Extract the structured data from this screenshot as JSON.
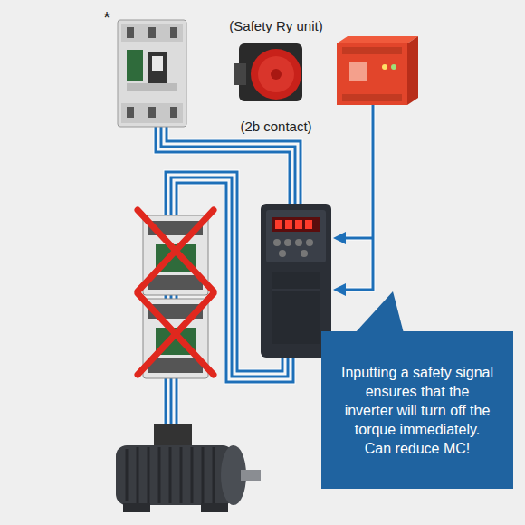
{
  "diagram": {
    "nodes": [
      {
        "text": [
          "Inputting a safety signal ensures that the inverter will turn off the torque immediately.",
          "Can reduce MC!"
        ]
      }
    ],
    "labels": [
      "*",
      "(Safety Ry unit)",
      "(2b contact)"
    ]
  }
}
